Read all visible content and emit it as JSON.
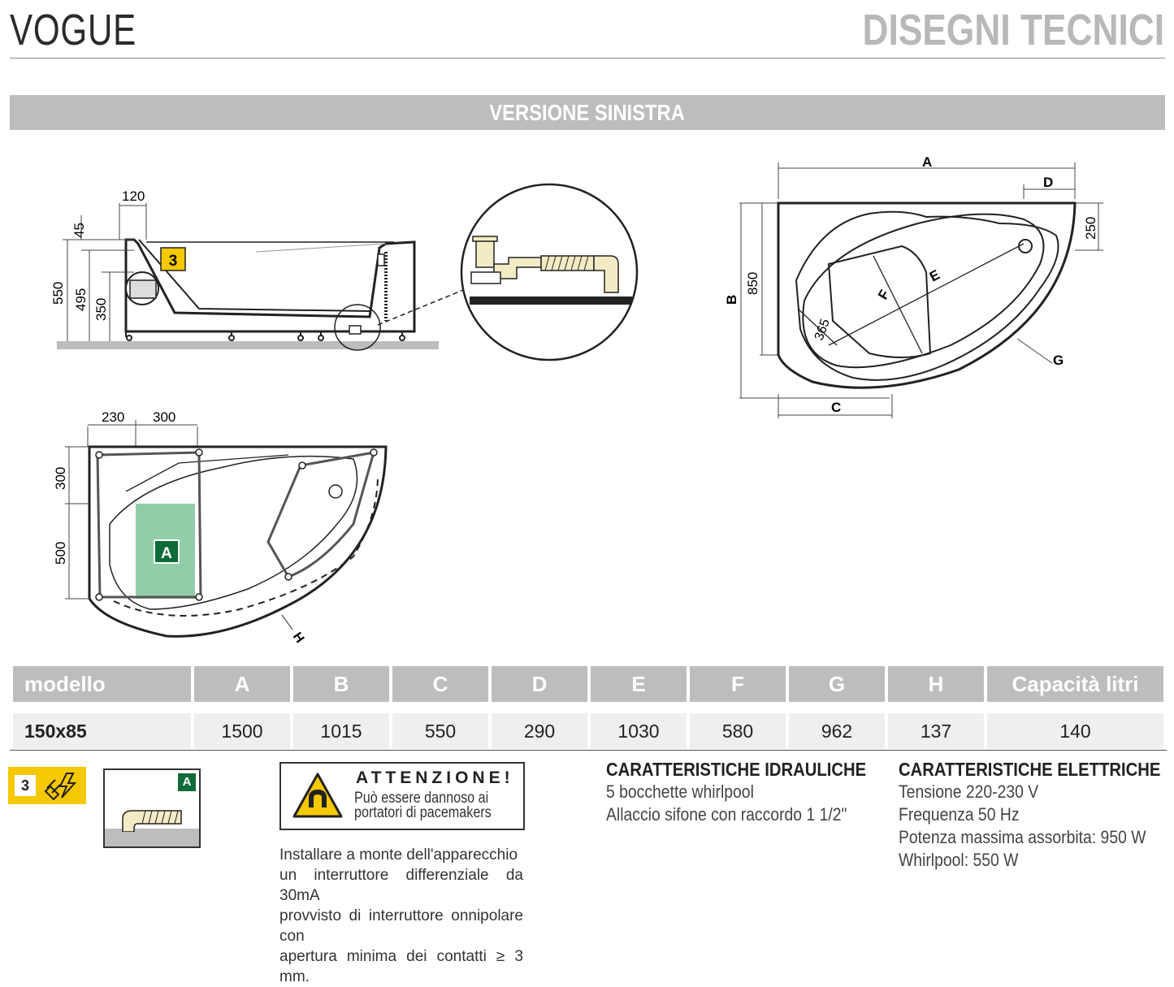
{
  "header": {
    "model_name": "VOGUE",
    "section_title": "DISEGNI TECNICI"
  },
  "banner": {
    "label": "VERSIONE SINISTRA"
  },
  "side_view": {
    "dim_top": "120",
    "dim_45": "45",
    "dim_550": "550",
    "dim_495": "495",
    "dim_350": "350",
    "callout": "3"
  },
  "top_view": {
    "label_A": "A",
    "label_B": "B",
    "label_C": "C",
    "label_D": "D",
    "label_E": "E",
    "label_F": "F",
    "label_G": "G",
    "dim_850": "850",
    "dim_250": "250",
    "dim_365": "365"
  },
  "plan_view": {
    "dim_230": "230",
    "dim_300_top": "300",
    "dim_300_left": "300",
    "dim_500": "500",
    "label_H": "H",
    "zone_label": "A"
  },
  "table": {
    "headers": [
      "modello",
      "A",
      "B",
      "C",
      "D",
      "E",
      "F",
      "G",
      "H",
      "Capacità litri"
    ],
    "rows": [
      [
        "150x85",
        "1500",
        "1015",
        "550",
        "290",
        "1030",
        "580",
        "962",
        "137",
        "140"
      ]
    ]
  },
  "notes": {
    "badge_number": "3",
    "boxA_label": "A",
    "warning_title": "ATTENZIONE!",
    "warning_line1": "Può essere dannoso ai",
    "warning_line2": "portatori di pacemakers",
    "install_lines": [
      "Installare a monte dell'apparecchio",
      "un interruttore differenziale da 30mA",
      "provvisto di interruttore onnipolare con",
      "apertura minima dei contatti ≥ 3 mm."
    ],
    "hydraulic_title": "CARATTERISTICHE IDRAULICHE",
    "hydraulic_lines": [
      "5 bocchette whirlpool",
      "Allaccio sifone con raccordo 1 1/2\""
    ],
    "electric_title": "CARATTERISTICHE ELETTRICHE",
    "electric_lines": [
      "Tensione 220-230 V",
      "Frequenza 50 Hz",
      "Potenza massima assorbita: 950 W",
      "Whirlpool: 550 W"
    ]
  },
  "colors": {
    "banner_gray": "#bdbdbd",
    "title_gray": "#b8b8b8",
    "callout_yellow": "#f5c800",
    "zone_green": "#7fc49a",
    "pipe_beige": "#f3ebc4"
  }
}
